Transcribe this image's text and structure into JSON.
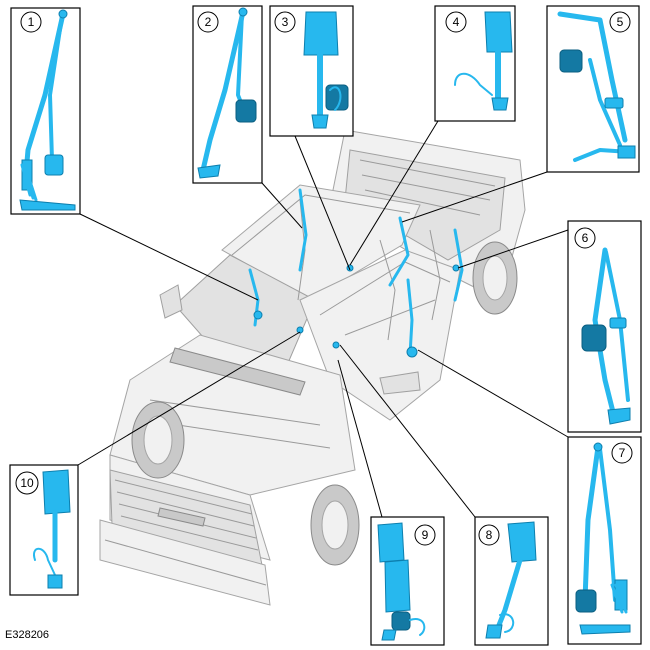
{
  "figure": {
    "id_label": "E328206",
    "colors": {
      "component": "#27b8ee",
      "component_shade": "#0d7fae",
      "vehicle": "#bdbdbd",
      "outline": "#000000"
    }
  },
  "callouts": [
    {
      "number": "1"
    },
    {
      "number": "2"
    },
    {
      "number": "3"
    },
    {
      "number": "4"
    },
    {
      "number": "5"
    },
    {
      "number": "6"
    },
    {
      "number": "7"
    },
    {
      "number": "8"
    },
    {
      "number": "9"
    },
    {
      "number": "10"
    }
  ]
}
